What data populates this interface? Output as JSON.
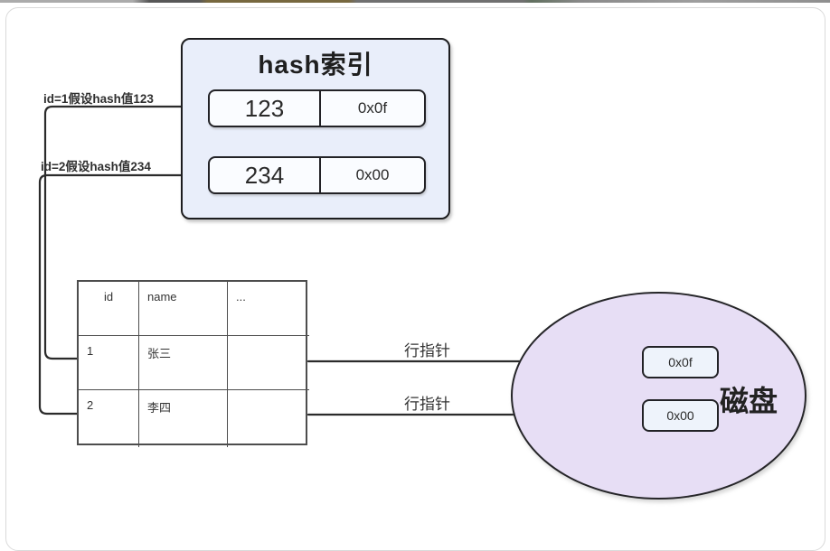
{
  "hash_index": {
    "title": "hash索引",
    "rows": [
      {
        "hash": "123",
        "address": "0x0f"
      },
      {
        "hash": "234",
        "address": "0x00"
      }
    ]
  },
  "hash_arrow_labels": [
    "id=1假设hash值123",
    "id=2假设hash值234"
  ],
  "table": {
    "headers": [
      "id",
      "name",
      "..."
    ],
    "rows": [
      [
        "1",
        "张三",
        ""
      ],
      [
        "2",
        "李四",
        ""
      ]
    ]
  },
  "row_pointer_labels": [
    "行指针",
    "行指针"
  ],
  "disk": {
    "label": "磁盘",
    "blocks": [
      "0x0f",
      "0x00"
    ]
  },
  "colors": {
    "hash_box_fill": "#e9eefa",
    "hash_row_fill": "#fafcff",
    "disk_ellipse_fill": "#e7def5",
    "disk_block_fill": "#eef3fb",
    "line": "#2b2b2b",
    "table_border": "#4d4d4d",
    "card_border": "#dadada"
  }
}
